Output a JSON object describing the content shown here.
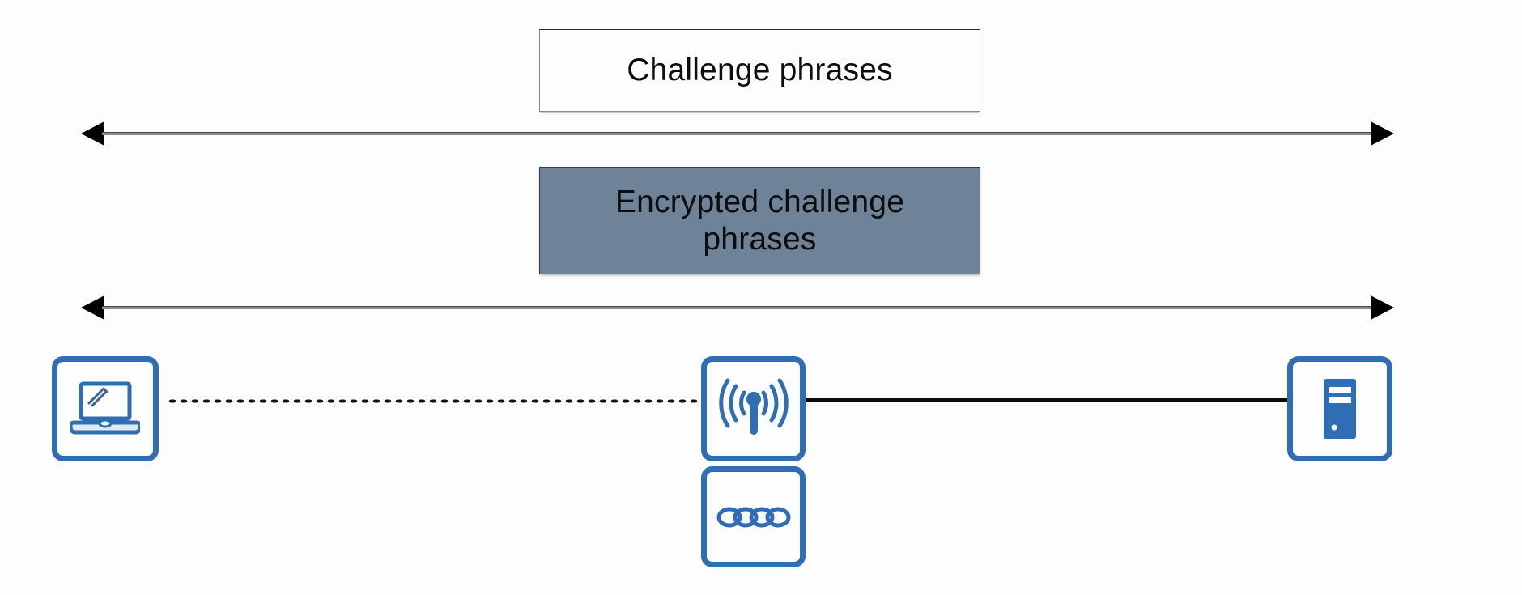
{
  "diagram": {
    "title": "Wireless authentication challenge phrase exchange",
    "background_color": "#fdfdfd",
    "accent_color": "#2f6db5",
    "encrypted_fill_color": "#6e8298",
    "arrow_color": "#000000"
  },
  "labels": {
    "challenge_phrases": "Challenge phrases",
    "encrypted_challenge_phrases": "Encrypted challenge phrases"
  },
  "arrows": [
    {
      "name": "challenge-phrases-span",
      "direction": "both",
      "style": "solid"
    },
    {
      "name": "encrypted-phrases-span",
      "direction": "both",
      "style": "solid"
    }
  ],
  "nodes": [
    {
      "id": "laptop",
      "icon": "laptop-icon",
      "label": ""
    },
    {
      "id": "wireless-ap",
      "icon": "wireless-signal-icon",
      "label": ""
    },
    {
      "id": "chain",
      "icon": "chain-links-icon",
      "label": ""
    },
    {
      "id": "server",
      "icon": "server-tower-icon",
      "label": ""
    }
  ],
  "links": [
    {
      "id": "wireless-link",
      "from": "laptop",
      "to": "wireless-ap",
      "style": "dotted"
    },
    {
      "id": "wired-link",
      "from": "wireless-ap",
      "to": "server",
      "style": "solid"
    }
  ]
}
